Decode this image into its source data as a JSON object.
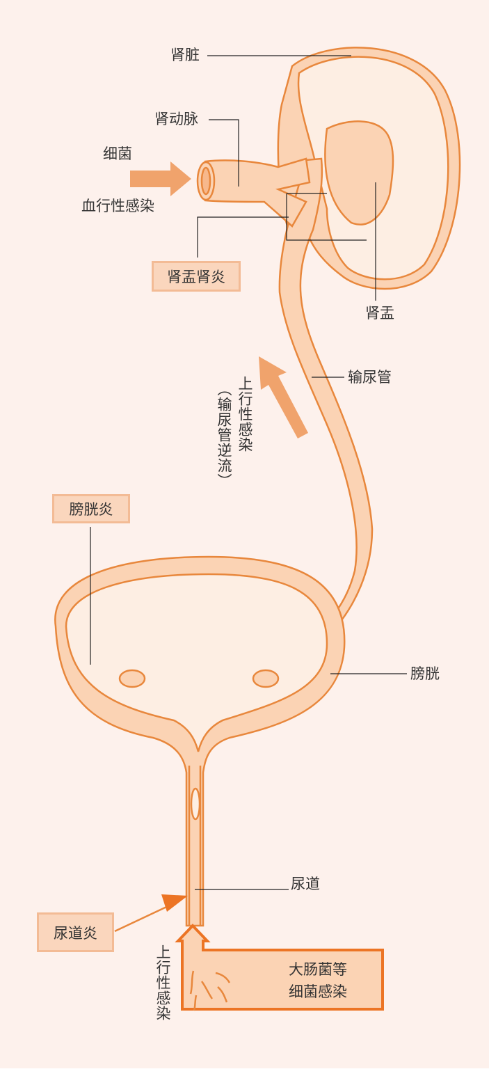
{
  "labels": {
    "kidney": "肾脏",
    "renal_artery": "肾动脉",
    "bacteria": "细菌",
    "hematogenous": "血行性感染",
    "pyelonephritis": "肾盂肾炎",
    "renal_pelvis": "肾盂",
    "ureter": "输尿管",
    "ascending_ureter": "上行性感染",
    "reflux": "（输尿管逆流）",
    "cystitis": "膀胱炎",
    "bladder": "膀胱",
    "urethra": "尿道",
    "urethritis": "尿道炎",
    "ascending_urethra": "上行性感染",
    "ecoli_line1": "大肠菌等",
    "ecoli_line2": "细菌感染"
  },
  "colors": {
    "fill": "#fbd3b4",
    "stroke": "#e8873c",
    "arrow": "#f0a36c",
    "dark_arrow": "#ec7424",
    "background": "#fdf1ec"
  }
}
